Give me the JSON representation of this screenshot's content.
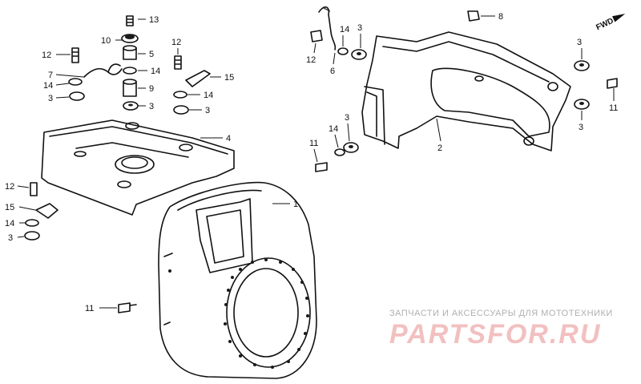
{
  "diagram": {
    "callouts": {
      "c1": "1",
      "c2": "2",
      "c3a": "3",
      "c3b": "3",
      "c3c": "3",
      "c3d": "3",
      "c3e": "3",
      "c3f": "3",
      "c3g": "3",
      "c3h": "3",
      "c4": "4",
      "c5": "5",
      "c6": "6",
      "c7": "7",
      "c8": "8",
      "c9": "9",
      "c10": "10",
      "c11a": "11",
      "c11b": "11",
      "c11c": "11",
      "c12a": "12",
      "c12b": "12",
      "c12c": "12",
      "c12d": "12",
      "c13": "13",
      "c14a": "14",
      "c14b": "14",
      "c14c": "14",
      "c14d": "14",
      "c14e": "14",
      "c15a": "15",
      "c15b": "15"
    },
    "fwd_label": "FWD"
  },
  "watermark": {
    "caption": "ЗАПЧАСТИ И АКСЕССУАРЫ ДЛЯ МОТОТЕХНИКИ",
    "brand": "PARTSFOR.RU"
  }
}
